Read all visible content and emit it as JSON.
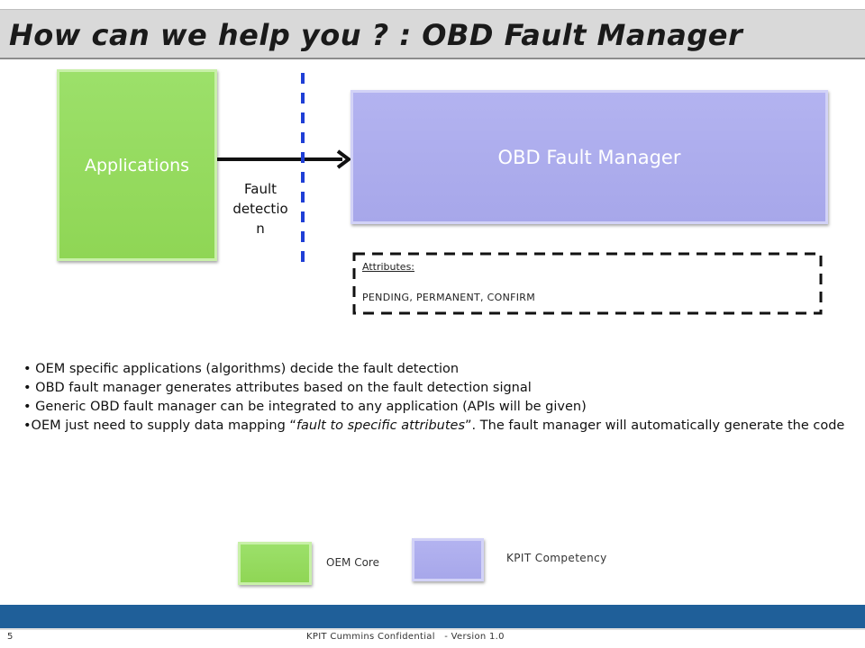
{
  "slide": {
    "title": "How can we help you ? : OBD Fault Manager"
  },
  "diagram": {
    "applications_label": "Applications",
    "fault_manager_label": "OBD Fault Manager",
    "fault_detection_lines": [
      "Fault",
      "detectio",
      "n"
    ],
    "attributes_title": "Attributes:",
    "attributes_values": "PENDING, PERMANENT, CONFIRM"
  },
  "bullets": {
    "b1": "• OEM specific applications  (algorithms) decide the fault detection",
    "b2": "• OBD fault manager generates attributes based on the fault detection signal",
    "b3": "• Generic OBD fault manager can be integrated to any application (APIs will be given)",
    "b4_prefix": "•OEM just need to supply data mapping “",
    "b4_italic": "fault to specific attributes",
    "b4_suffix": "”. The fault manager will automatically generate the code"
  },
  "legend": {
    "oem_core": "OEM Core",
    "kpit_competency": "KPIT Competency"
  },
  "footer": {
    "page_number": "5",
    "confidential": "KPIT Cummins Confidential   - Version 1.0"
  },
  "colors": {
    "green": "#92d957",
    "purple": "#aaaaec",
    "footer_band": "#1f5f99",
    "dashed_blue": "#1f3fd6"
  }
}
